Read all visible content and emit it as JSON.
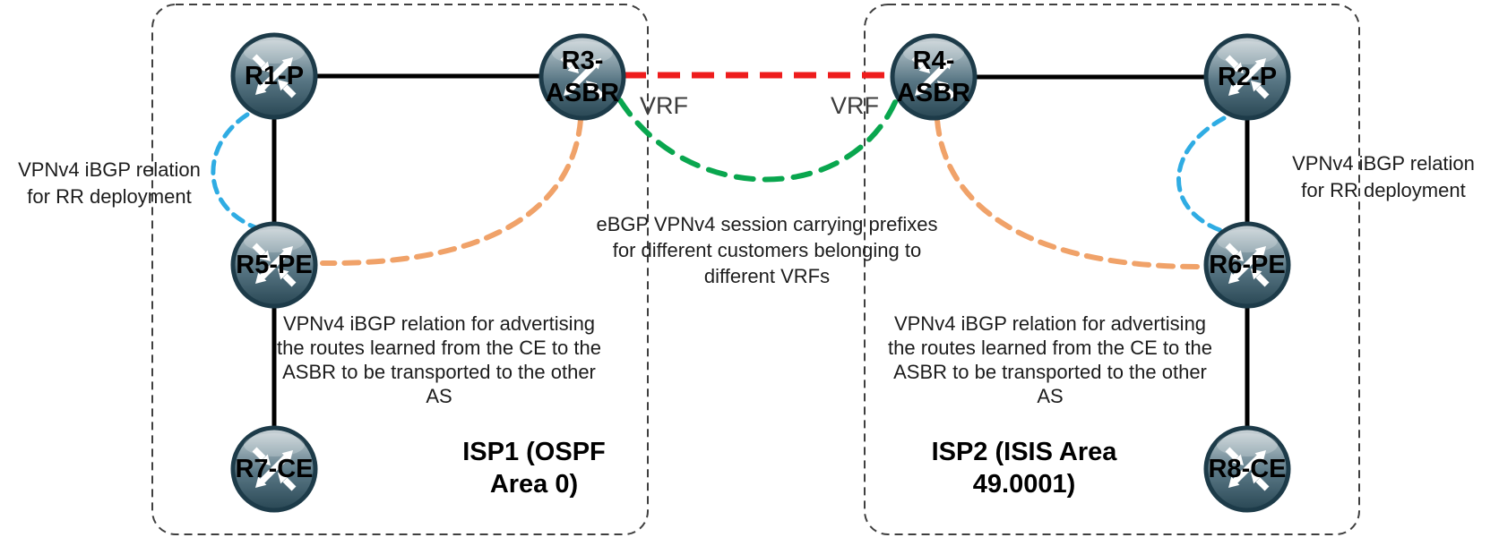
{
  "colors": {
    "physical_link": "#000000",
    "ebgp_session_red": "#EE1C1C",
    "ebgp_vpnv4_green": "#09A64E",
    "ibgp_advertising_orange": "#F0A269",
    "ibgp_rr_blue": "#2FACE3",
    "boundary_dash": "#3F3F3F"
  },
  "zones": {
    "isp1": {
      "name_line1": "ISP1 (OSPF",
      "name_line2": "Area 0)"
    },
    "isp2": {
      "name_line1": "ISP2 (ISIS Area",
      "name_line2": "49.0001)"
    }
  },
  "routers": {
    "r1": {
      "label": "R1-P"
    },
    "r2": {
      "label": "R2-P"
    },
    "r3": {
      "label_top": "R3-",
      "label_bottom": "ASBR"
    },
    "r4": {
      "label_top": "R4-",
      "label_bottom": "ASBR"
    },
    "r5": {
      "label": "R5-PE"
    },
    "r6": {
      "label": "R6-PE"
    },
    "r7": {
      "label": "R7-CE"
    },
    "r8": {
      "label": "R8-CE"
    }
  },
  "labels": {
    "vrf_left": "VRF",
    "vrf_right": "VRF"
  },
  "annotations": {
    "rr_left": {
      "line1": "VPNv4 iBGP relation",
      "line2": "for RR deployment"
    },
    "rr_right": {
      "line1": "VPNv4 iBGP relation",
      "line2": "for RR deployment"
    },
    "ebgp_session": {
      "line1": "eBGP VPNv4 session carrying prefixes",
      "line2": "for different customers belonging to",
      "line3": "different VRFs"
    },
    "advertise_isp1": {
      "line1": "VPNv4 iBGP relation for advertising",
      "line2": "the routes learned from the CE to the",
      "line3": "ASBR to be transported to the other",
      "line4": "AS"
    },
    "advertise_isp2": {
      "line1": "VPNv4 iBGP relation for advertising",
      "line2": "the routes learned from the CE to the",
      "line3": "ASBR to be transported to the other",
      "line4": "AS"
    }
  }
}
